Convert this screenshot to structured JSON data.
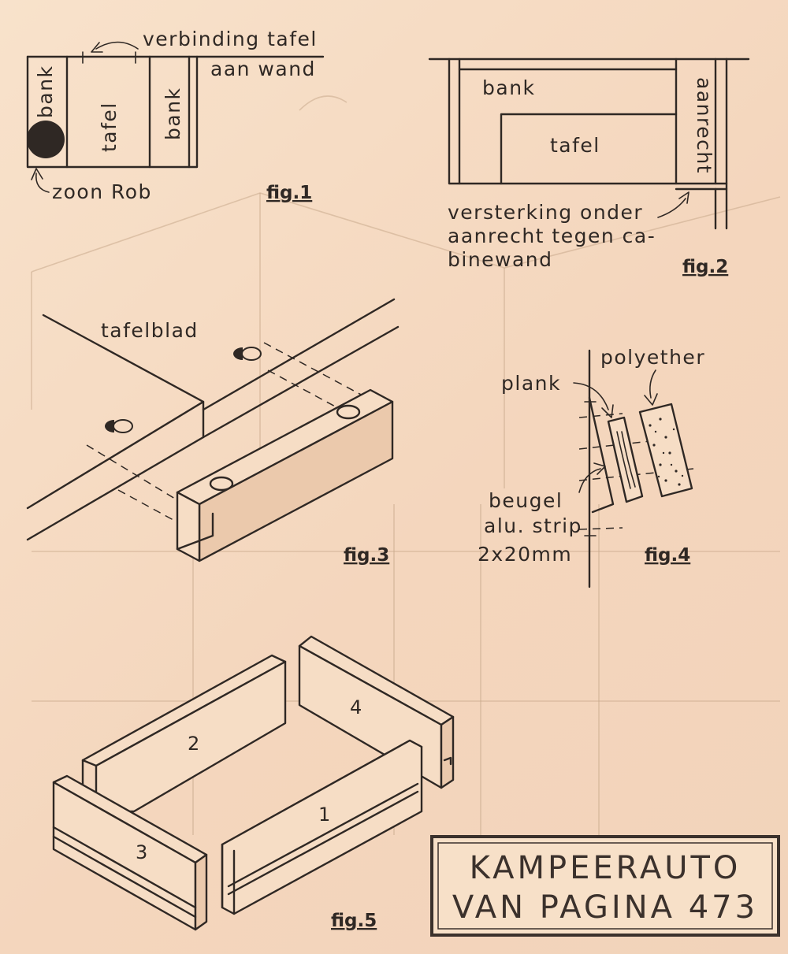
{
  "fig1": {
    "label_bank_left": "bank",
    "label_tafel": "tafel",
    "label_bank_right": "bank",
    "label_verbinding_1": "verbinding tafel",
    "label_verbinding_2": "aan wand",
    "label_zoon": "zoon Rob",
    "caption": "fig.1"
  },
  "fig2": {
    "label_bank": "bank",
    "label_tafel": "tafel",
    "label_aanrecht": "aanrecht",
    "note_line1": "versterking onder",
    "note_line2": "aanrecht tegen ca-",
    "note_line3": "binewand",
    "caption": "fig.2"
  },
  "fig3": {
    "label_tafelblad": "tafelblad",
    "caption": "fig.3"
  },
  "fig4": {
    "label_plank": "plank",
    "label_polyether": "polyether",
    "label_beugel_1": "beugel",
    "label_beugel_2": "alu. strip",
    "label_beugel_3": "2x20mm",
    "caption": "fig.4"
  },
  "fig5": {
    "panel_1": "1",
    "panel_2": "2",
    "panel_3": "3",
    "panel_4": "4",
    "caption": "fig.5"
  },
  "title_box": {
    "line1": "KAMPEERAUTO",
    "line2": "VAN PAGINA 473"
  }
}
